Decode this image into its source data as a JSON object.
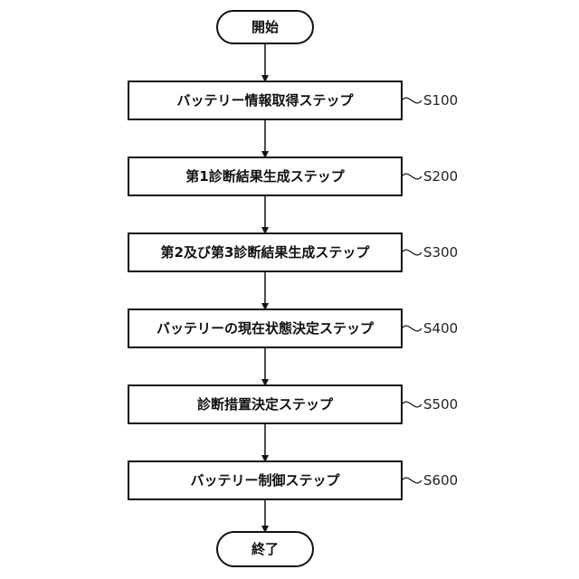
{
  "start": {
    "label": "開始"
  },
  "end": {
    "label": "終了"
  },
  "steps": [
    {
      "label": "バッテリー情報取得ステップ",
      "tag": "S100"
    },
    {
      "label": "第1診断結果生成ステップ",
      "tag": "S200"
    },
    {
      "label": "第2及び第3診断結果生成ステップ",
      "tag": "S300"
    },
    {
      "label": "バッテリーの現在状態決定ステップ",
      "tag": "S400"
    },
    {
      "label": "診断措置決定ステップ",
      "tag": "S500"
    },
    {
      "label": "バッテリー制御ステップ",
      "tag": "S600"
    }
  ]
}
